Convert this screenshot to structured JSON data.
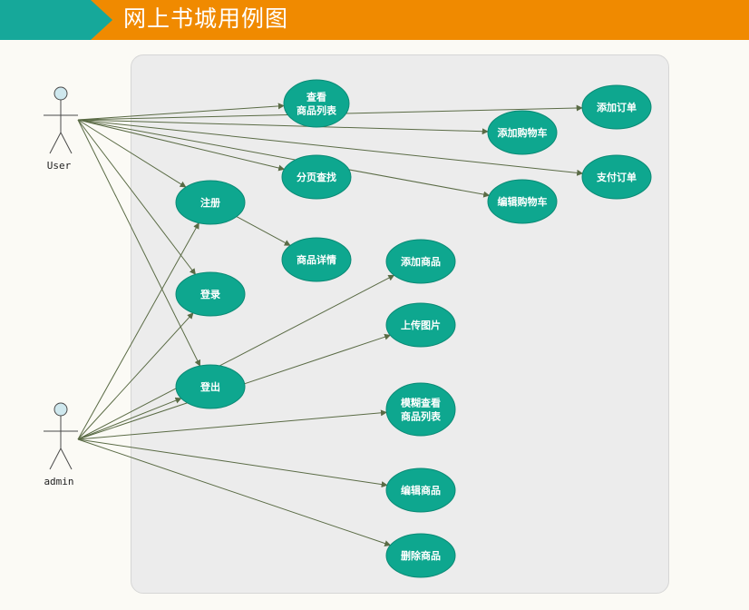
{
  "title": "网上书城用例图",
  "colors": {
    "header_orange": "#f08a00",
    "header_teal": "#16a89a",
    "usecase_fill": "#0ea78f",
    "connector": "#5a6b45",
    "actor_head": "#cfe8ee"
  },
  "actors": [
    {
      "id": "user",
      "label": "User"
    },
    {
      "id": "admin",
      "label": "admin"
    }
  ],
  "use_cases": [
    {
      "id": "view-list",
      "lines": [
        "查看",
        "商品列表"
      ]
    },
    {
      "id": "add-order",
      "lines": [
        "添加订单"
      ]
    },
    {
      "id": "add-cart",
      "lines": [
        "添加购物车"
      ]
    },
    {
      "id": "page-search",
      "lines": [
        "分页查找"
      ]
    },
    {
      "id": "pay-order",
      "lines": [
        "支付订单"
      ]
    },
    {
      "id": "register",
      "lines": [
        "注册"
      ]
    },
    {
      "id": "edit-cart",
      "lines": [
        "编辑购物车"
      ]
    },
    {
      "id": "product-detail",
      "lines": [
        "商品详情"
      ]
    },
    {
      "id": "add-product",
      "lines": [
        "添加商品"
      ]
    },
    {
      "id": "login",
      "lines": [
        "登录"
      ]
    },
    {
      "id": "upload-image",
      "lines": [
        "上传图片"
      ]
    },
    {
      "id": "logout",
      "lines": [
        "登出"
      ]
    },
    {
      "id": "fuzzy-search",
      "lines": [
        "模糊查看",
        "商品列表"
      ]
    },
    {
      "id": "edit-product",
      "lines": [
        "编辑商品"
      ]
    },
    {
      "id": "delete-product",
      "lines": [
        "删除商品"
      ]
    }
  ],
  "links": [
    {
      "from": "user",
      "to": "view-list",
      "arrow": true
    },
    {
      "from": "user",
      "to": "add-order",
      "arrow": true
    },
    {
      "from": "user",
      "to": "add-cart",
      "arrow": true
    },
    {
      "from": "user",
      "to": "page-search",
      "arrow": true
    },
    {
      "from": "user",
      "to": "pay-order",
      "arrow": true
    },
    {
      "from": "user",
      "to": "edit-cart",
      "arrow": true
    },
    {
      "from": "user",
      "to": "register",
      "arrow": true
    },
    {
      "from": "user",
      "to": "login",
      "arrow": true
    },
    {
      "from": "user",
      "to": "logout",
      "arrow": true
    },
    {
      "from": "register",
      "to": "product-detail",
      "arrow": true
    },
    {
      "from": "admin",
      "to": "register",
      "arrow": true
    },
    {
      "from": "admin",
      "to": "login",
      "arrow": true
    },
    {
      "from": "admin",
      "to": "logout",
      "arrow": true
    },
    {
      "from": "admin",
      "to": "add-product",
      "arrow": true
    },
    {
      "from": "admin",
      "to": "upload-image",
      "arrow": true
    },
    {
      "from": "admin",
      "to": "fuzzy-search",
      "arrow": true
    },
    {
      "from": "admin",
      "to": "edit-product",
      "arrow": true
    },
    {
      "from": "admin",
      "to": "delete-product",
      "arrow": true
    }
  ]
}
